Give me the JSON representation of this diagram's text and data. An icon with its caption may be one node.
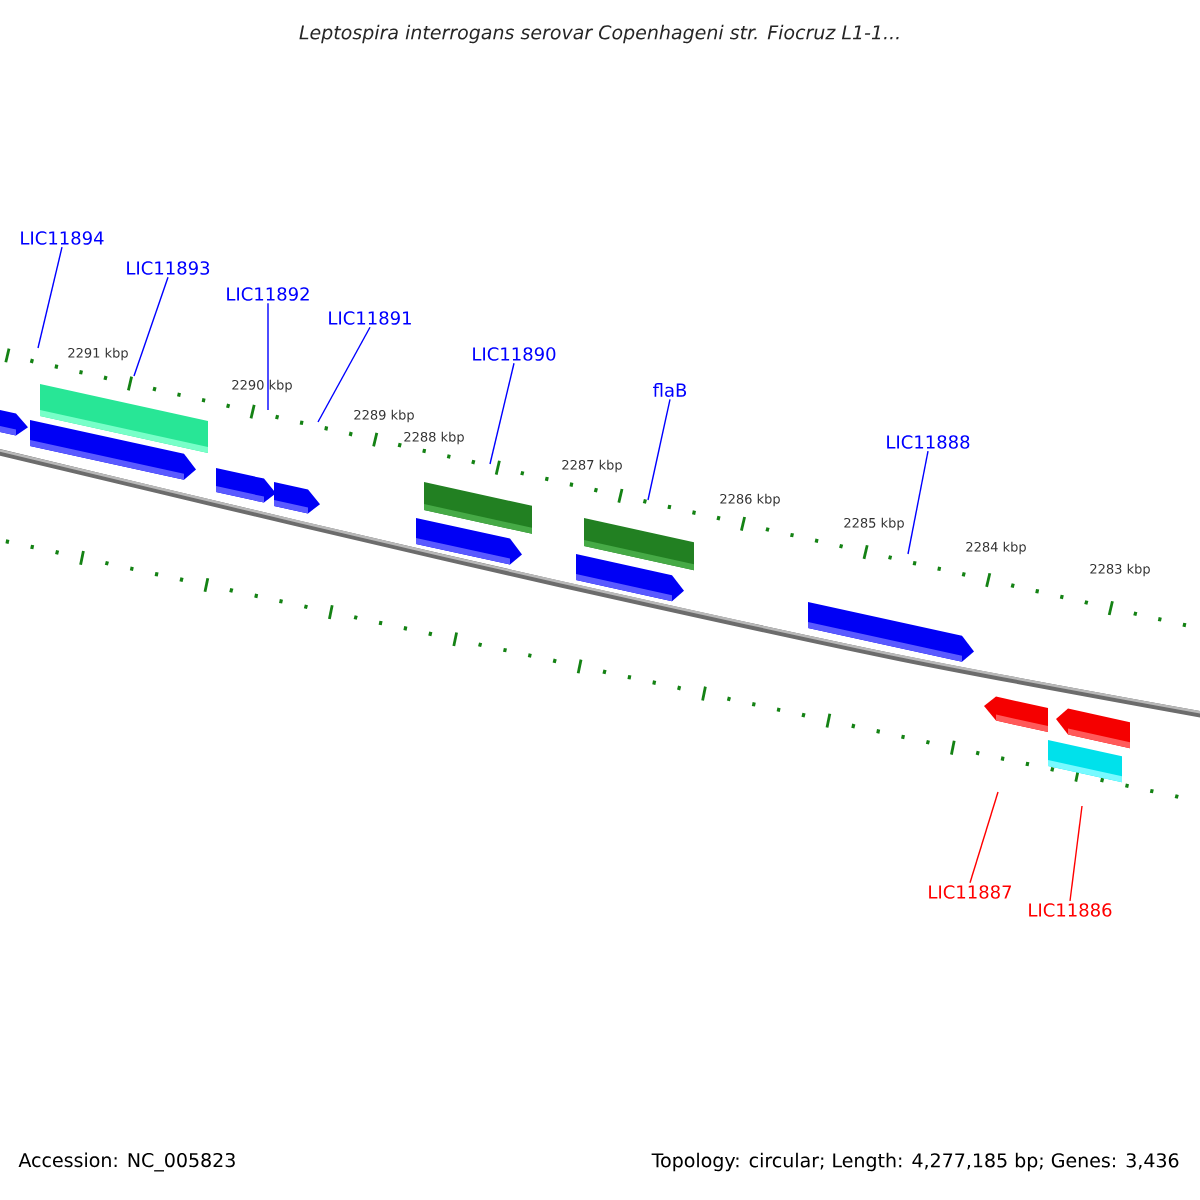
{
  "diagram": {
    "title": "Leptospira interrogans serovar Copenhageni str. Fiocruz L1-1...",
    "nodes": [
      {
        "text": [
          "LIC11894"
        ]
      },
      {
        "text": [
          "LIC11893"
        ]
      },
      {
        "text": [
          "LIC11892"
        ]
      },
      {
        "text": [
          "LIC11891"
        ]
      },
      {
        "text": [
          "LIC11890"
        ]
      },
      {
        "text": [
          "flaB"
        ]
      },
      {
        "text": [
          "LIC11888"
        ]
      },
      {
        "text": [
          "LIC11887"
        ]
      },
      {
        "text": [
          "LIC11886"
        ]
      }
    ],
    "edges": [
      {
        "from": 0,
        "to": null,
        "arrow": "none"
      },
      {
        "from": 1,
        "to": null,
        "arrow": "none"
      },
      {
        "from": 2,
        "to": null,
        "arrow": "none"
      },
      {
        "from": 3,
        "to": null,
        "arrow": "none"
      },
      {
        "from": 4,
        "to": null,
        "arrow": "none"
      },
      {
        "from": 5,
        "to": null,
        "arrow": "none"
      },
      {
        "from": 6,
        "to": null,
        "arrow": "none"
      },
      {
        "from": 7,
        "to": null,
        "arrow": "none",
        "color": "#ff0000"
      },
      {
        "from": 8,
        "to": null,
        "arrow": "none",
        "color": "#ff0000"
      }
    ],
    "labels": [
      "2291 kbp",
      "2290 kbp",
      "2289 kbp",
      "2288 kbp",
      "2287 kbp",
      "2286 kbp",
      "2285 kbp",
      "2284 kbp",
      "2283 kbp",
      "Accession: NC_005823",
      "Topology: circular; Length: 4,277,185 bp; Genes: 3,436"
    ]
  }
}
